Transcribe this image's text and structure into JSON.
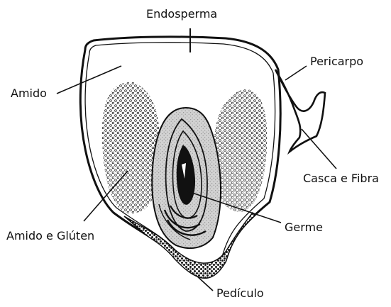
{
  "diagram": {
    "labels": {
      "endosperma": "Endosperma",
      "pericarpo": "Pericarpo",
      "amido": "Amido",
      "casca_fibra": "Casca e Fibra",
      "amido_gluten": "Amido e Glúten",
      "germe": "Germe",
      "pediculo": "Pedículo"
    },
    "colors": {
      "line": "#111111",
      "germ_fill": "#d2d2d2",
      "dot": "#2a2a2a",
      "background": "#ffffff"
    }
  }
}
